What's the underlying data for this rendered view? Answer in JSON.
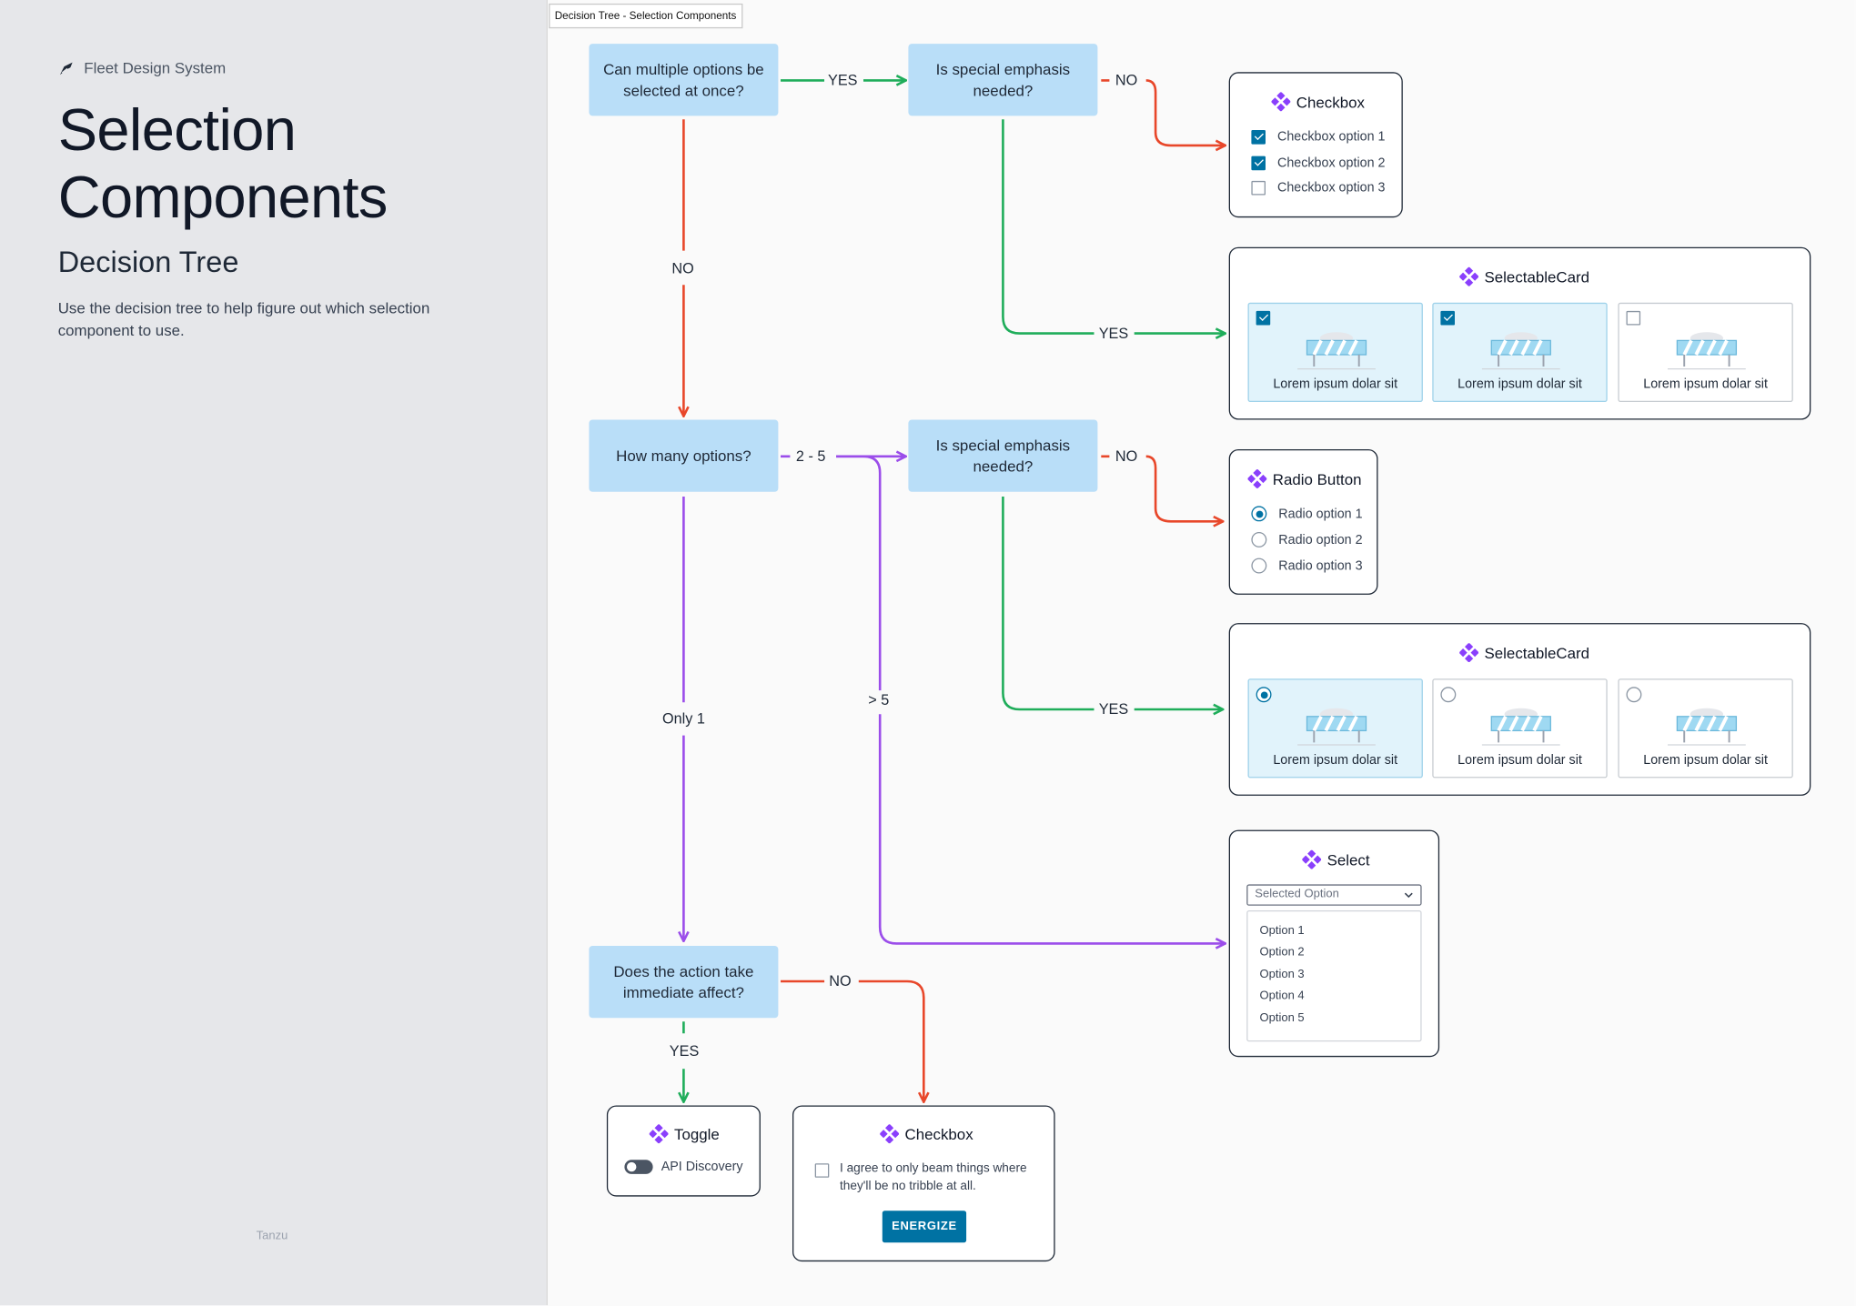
{
  "sidebar": {
    "brand": "Fleet Design System",
    "title_line1": "Selection",
    "title_line2": "Components",
    "subtitle": "Decision Tree",
    "description": "Use the decision tree to help figure out which selection component to use.",
    "footer": "Tanzu"
  },
  "frame_label": "Decision Tree - Selection Components",
  "questions": {
    "q1": "Can multiple options be selected at once?",
    "q2": "Is special emphasis needed?",
    "q3": "How many options?",
    "q4": "Is special emphasis needed?",
    "q5": "Does the action take immediate affect?"
  },
  "edge_labels": {
    "q1_yes": "YES",
    "q1_no": "NO",
    "q2_no": "NO",
    "q2_yes": "YES",
    "q3_range": "2 - 5",
    "q3_more": "> 5",
    "q3_only": "Only 1",
    "q4_no": "NO",
    "q4_yes": "YES",
    "q5_no": "NO",
    "q5_yes": "YES"
  },
  "colors": {
    "yes": "#1fad5a",
    "no": "#e8472a",
    "count": "#9b4dea",
    "question_bg": "#b9def8",
    "component_icon": "#8a3ffc",
    "primary": "#0072a3"
  },
  "checkbox_card": {
    "title": "Checkbox",
    "icon": "component-diamond-icon",
    "options": [
      {
        "label": "Checkbox option 1",
        "checked": true
      },
      {
        "label": "Checkbox option 2",
        "checked": true
      },
      {
        "label": "Checkbox option 3",
        "checked": false
      }
    ]
  },
  "selectable_card_multi": {
    "title": "SelectableCard",
    "cards": [
      {
        "label": "Lorem ipsum dolar sit",
        "selected": true
      },
      {
        "label": "Lorem ipsum dolar sit",
        "selected": true
      },
      {
        "label": "Lorem ipsum dolar sit",
        "selected": false
      }
    ]
  },
  "radio_card": {
    "title": "Radio Button",
    "options": [
      {
        "label": "Radio option 1",
        "checked": true
      },
      {
        "label": "Radio option 2",
        "checked": false
      },
      {
        "label": "Radio option 3",
        "checked": false
      }
    ]
  },
  "selectable_card_single": {
    "title": "SelectableCard",
    "cards": [
      {
        "label": "Lorem ipsum dolar sit",
        "selected": true
      },
      {
        "label": "Lorem ipsum dolar sit",
        "selected": false
      },
      {
        "label": "Lorem ipsum dolar sit",
        "selected": false
      }
    ]
  },
  "select_card": {
    "title": "Select",
    "selected": "Selected Option",
    "options": [
      "Option 1",
      "Option 2",
      "Option 3",
      "Option 4",
      "Option 5"
    ]
  },
  "toggle_card": {
    "title": "Toggle",
    "label": "API Discovery"
  },
  "checkbox_agree_card": {
    "title": "Checkbox",
    "label_line1": "I agree to only beam things where",
    "label_line2": "they'll be no tribble at all.",
    "button": "ENERGIZE"
  }
}
